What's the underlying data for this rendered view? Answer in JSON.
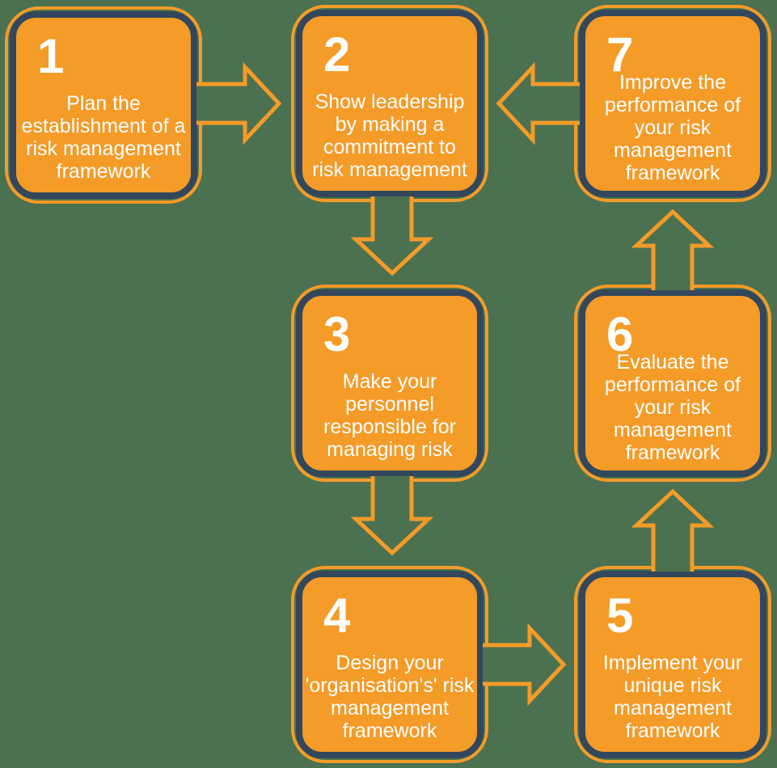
{
  "colors": {
    "background": "#4C7150",
    "box_fill": "#F49B28",
    "box_inner_border": "#33475C",
    "box_outer_outline": "#F49B28",
    "arrow_outline": "#F49B28",
    "text": "#FFFFFF"
  },
  "diagram": {
    "type": "flowchart",
    "steps": [
      {
        "number": "1",
        "lines": [
          "Plan the",
          "establishment of a",
          "risk management",
          "framework"
        ]
      },
      {
        "number": "2",
        "lines": [
          "Show leadership",
          "by making a",
          "commitment to",
          "risk management"
        ]
      },
      {
        "number": "3",
        "lines": [
          "Make your",
          "personnel",
          "responsible for",
          "managing risk"
        ]
      },
      {
        "number": "4",
        "lines": [
          "Design your",
          "'organisation's' risk",
          "management",
          "framework"
        ]
      },
      {
        "number": "5",
        "lines": [
          "Implement your",
          "unique risk",
          "management",
          "framework"
        ]
      },
      {
        "number": "6",
        "lines": [
          "Evaluate the",
          "performance of",
          "your risk",
          "management",
          "framework"
        ]
      },
      {
        "number": "7",
        "lines": [
          "Improve the",
          "performance of",
          "your risk",
          "management",
          "framework"
        ]
      }
    ],
    "connections": [
      {
        "from": "1",
        "to": "2",
        "direction": "right"
      },
      {
        "from": "2",
        "to": "3",
        "direction": "down"
      },
      {
        "from": "3",
        "to": "4",
        "direction": "down"
      },
      {
        "from": "4",
        "to": "5",
        "direction": "right"
      },
      {
        "from": "5",
        "to": "6",
        "direction": "up"
      },
      {
        "from": "6",
        "to": "7",
        "direction": "up"
      },
      {
        "from": "7",
        "to": "2",
        "direction": "left"
      }
    ]
  }
}
